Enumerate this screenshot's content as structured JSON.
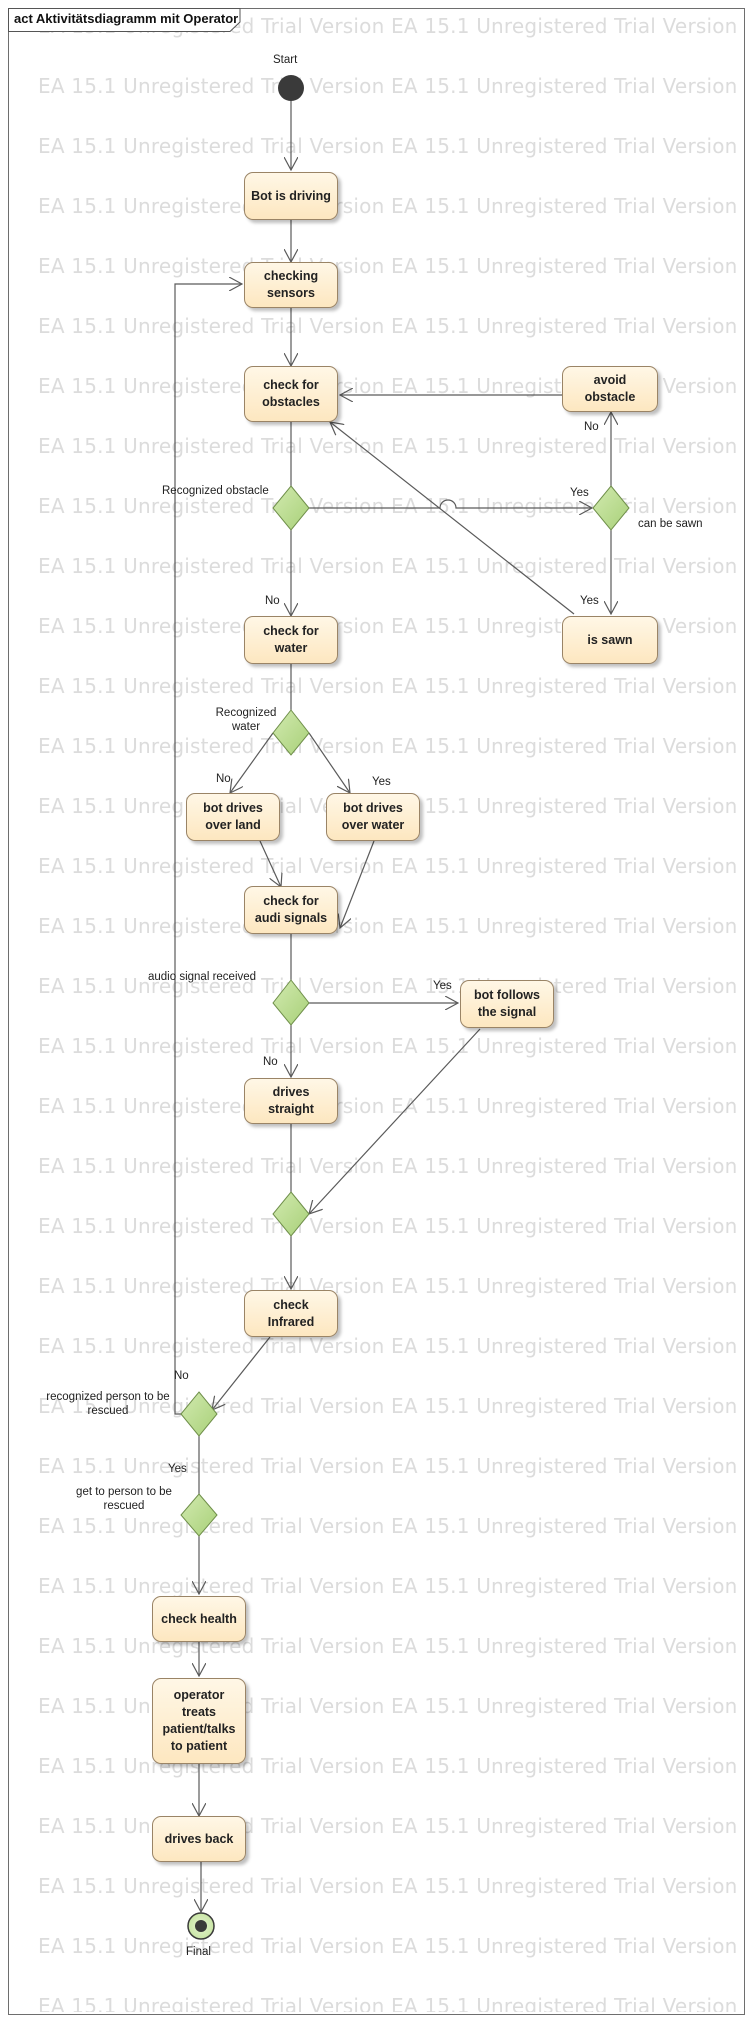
{
  "tab": {
    "title": "act Aktivitätsdiagramm mit Operator"
  },
  "watermark": {
    "text": "EA 15.1 Unregistered Trial Version EA 15.1 Unregistered Trial Version"
  },
  "nodes": {
    "start": "Start",
    "bot_driving": "Bot is driving",
    "checking_sensors": "checking sensors",
    "check_obstacles": "check for obstacles",
    "avoid_obstacle": "avoid obstacle",
    "is_sawn": "is sawn",
    "check_water": "check for water",
    "drives_land": "bot drives over land",
    "drives_water": "bot drives over water",
    "check_audio": "check for audi signals",
    "follows_signal": "bot follows the signal",
    "drives_straight": "drives straight",
    "check_infrared": "check Infrared",
    "check_health": "check health",
    "operator_treats": "operator treats patient/talks to patient",
    "drives_back": "drives back",
    "final": "Final"
  },
  "labels": {
    "recognized_obstacle": "Recognized obstacle",
    "obstacle_yes": "Yes",
    "can_be_sawn": "can be sawn",
    "sawn_no": "No",
    "sawn_yes": "Yes",
    "obstacle_no": "No",
    "recognized_water": "Recognized water",
    "water_no": "No",
    "water_yes": "Yes",
    "audio_received": "audio signal received",
    "audio_yes": "Yes",
    "audio_no": "No",
    "person_rescue": "recognized person to be rescued",
    "person_no": "No",
    "person_yes": "Yes",
    "get_to_person": "get to person to be rescued"
  },
  "colors": {
    "node_fill_top": "#fff7e6",
    "node_fill_bottom": "#fde7c0",
    "node_border": "#9a8466",
    "decision_fill": "#b5d98a",
    "decision_border": "#6f8f4a",
    "edge": "#5a5a5a",
    "watermark": "#dcdcdc"
  }
}
